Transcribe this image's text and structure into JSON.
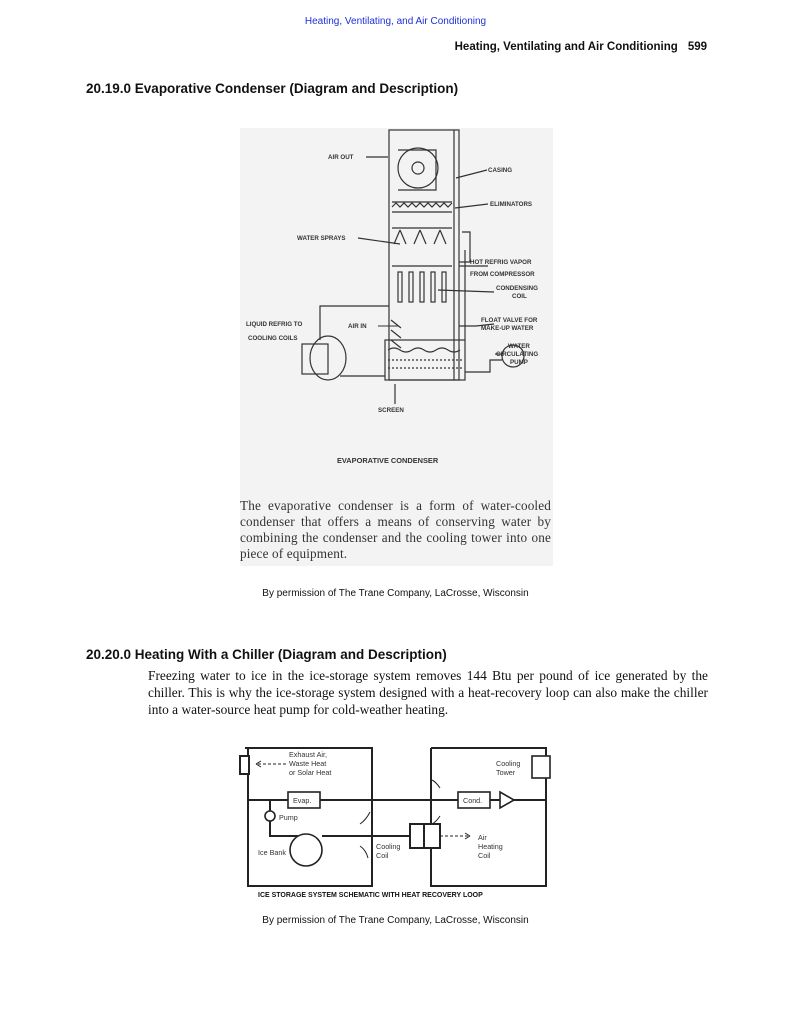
{
  "header": {
    "running_link": "Heating, Ventilating, and Air Conditioning",
    "running_title": "Heating, Ventilating and Air Conditioning",
    "page_number": "599"
  },
  "section1": {
    "heading": "20.19.0 Evaporative Condenser (Diagram and Description)",
    "figure": {
      "labels": {
        "air_out": "AIR OUT",
        "casing": "CASING",
        "eliminators": "ELIMINATORS",
        "water_sprays": "WATER SPRAYS",
        "hot_vapor_1": "HOT REFRIG VAPOR",
        "hot_vapor_2": "FROM COMPRESSOR",
        "condensing_1": "CONDENSING",
        "condensing_2": "COIL",
        "liquid_1": "LIQUID REFRIG TO",
        "liquid_2": "COOLING COILS",
        "air_in": "AIR IN",
        "float_1": "FLOAT VALVE FOR",
        "float_2": "MAKE-UP WATER",
        "pump_1": "WATER",
        "pump_2": "CIRCULATING",
        "pump_3": "PUMP",
        "screen": "SCREEN",
        "title": "EVAPORATIVE CONDENSER"
      },
      "caption": "The evaporative condenser is a form of water-cooled condenser that offers a means of conserving water by combining the condenser and the cooling tower into one piece of equipment."
    },
    "credit": "By permission of The Trane Company, LaCrosse, Wisconsin"
  },
  "section2": {
    "heading": "20.20.0 Heating With a Chiller (Diagram and Description)",
    "paragraph": "Freezing water to ice in the ice-storage system removes 144 Btu per pound of ice generated by the chiller. This is why the ice-storage system designed with a heat-recovery loop can also make the chiller into a water-source heat pump for cold-weather heating.",
    "figure": {
      "labels": {
        "exhaust_1": "Exhaust Air,",
        "exhaust_2": "Waste Heat",
        "exhaust_3": "or Solar Heat",
        "cooling_tower_1": "Cooling",
        "cooling_tower_2": "Tower",
        "evap": "Evap.",
        "cond": "Cond.",
        "pump": "Pump",
        "air": "Air",
        "heating_1": "Heating",
        "heating_2": "Coil",
        "ice_bank": "Ice Bank",
        "cooling_coil_1": "Cooling",
        "cooling_coil_2": "Coil",
        "title": "ICE STORAGE SYSTEM SCHEMATIC WITH HEAT RECOVERY LOOP"
      }
    },
    "credit": "By permission of The Trane Company, LaCrosse, Wisconsin"
  }
}
